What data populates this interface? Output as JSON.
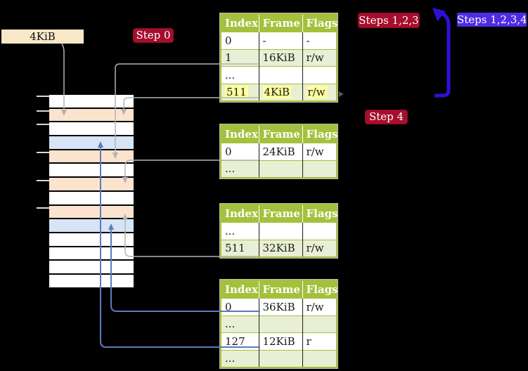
{
  "colors": {
    "accent-green": "#a3c13c",
    "row-green": "#e9efd4",
    "frame-used": "#fbe3cd",
    "frame-table": "#d7e4f5",
    "wheat": "#f8e8c8",
    "label-red": "#a60e2d",
    "label-blue": "#4f2be5",
    "arrow-gray": "#b3b3b3",
    "arrow-steel": "#5b7cba",
    "arrow-violet": "#2f0fd8",
    "highlight-yellow": "#ffff9c"
  },
  "labels": {
    "frame_size": "4KiB",
    "step0": "Step 0",
    "steps123": "Steps 1,2,3",
    "steps1234": "Steps 1,2,3,4",
    "step4": "Step 4"
  },
  "memory_strip": {
    "rows": [
      "white",
      "peach",
      "white",
      "blue",
      "peach",
      "white",
      "peach",
      "white",
      "peach",
      "blue",
      "white",
      "white",
      "white",
      "white"
    ]
  },
  "tables": [
    {
      "headers": [
        "Index",
        "Frame",
        "Flags"
      ],
      "rows": [
        {
          "cells": [
            "0",
            "-",
            "-"
          ],
          "highlight": false
        },
        {
          "cells": [
            "1",
            "16KiB",
            "r/w"
          ],
          "highlight": false
        },
        {
          "cells": [
            "...",
            "",
            ""
          ],
          "highlight": false
        },
        {
          "cells": [
            "511",
            "4KiB",
            "r/w"
          ],
          "highlight": true
        }
      ]
    },
    {
      "headers": [
        "Index",
        "Frame",
        "Flags"
      ],
      "rows": [
        {
          "cells": [
            "0",
            "24KiB",
            "r/w"
          ],
          "highlight": false
        },
        {
          "cells": [
            "...",
            "",
            ""
          ],
          "highlight": false
        }
      ]
    },
    {
      "headers": [
        "Index",
        "Frame",
        "Flags"
      ],
      "rows": [
        {
          "cells": [
            "...",
            "",
            ""
          ],
          "highlight": false
        },
        {
          "cells": [
            "511",
            "32KiB",
            "r/w"
          ],
          "highlight": false
        }
      ]
    },
    {
      "headers": [
        "Index",
        "Frame",
        "Flags"
      ],
      "rows": [
        {
          "cells": [
            "0",
            "36KiB",
            "r/w"
          ],
          "highlight": false
        },
        {
          "cells": [
            "...",
            "",
            ""
          ],
          "highlight": false
        },
        {
          "cells": [
            "127",
            "12KiB",
            "r"
          ],
          "highlight": false
        },
        {
          "cells": [
            "...",
            "",
            ""
          ],
          "highlight": false
        }
      ]
    }
  ]
}
